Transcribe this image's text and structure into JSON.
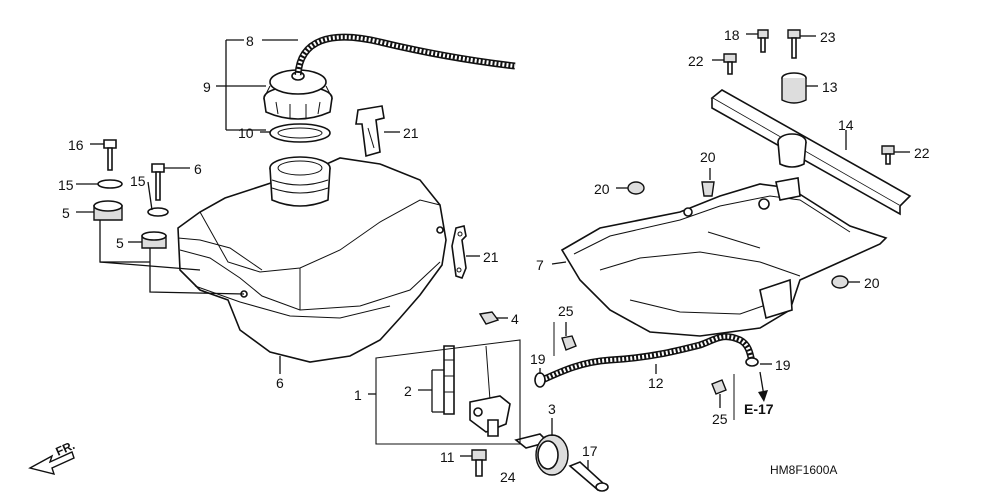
{
  "diagram": {
    "code": "HM8F1600A",
    "direction_label": "FR.",
    "reference": "E-17",
    "callouts": {
      "c1": "1",
      "c2": "2",
      "c3": "3",
      "c4": "4",
      "c5a": "5",
      "c5b": "5",
      "c6a": "6",
      "c6b": "6",
      "c7": "7",
      "c8": "8",
      "c9": "9",
      "c10": "10",
      "c11": "11",
      "c12": "12",
      "c13": "13",
      "c14": "14",
      "c15a": "15",
      "c15b": "15",
      "c16": "16",
      "c17": "17",
      "c18": "18",
      "c19a": "19",
      "c19b": "19",
      "c20a": "20",
      "c20b": "20",
      "c20c": "20",
      "c21a": "21",
      "c21b": "21",
      "c22a": "22",
      "c22b": "22",
      "c23": "23",
      "c24": "24",
      "c25a": "25",
      "c25b": "25"
    }
  }
}
